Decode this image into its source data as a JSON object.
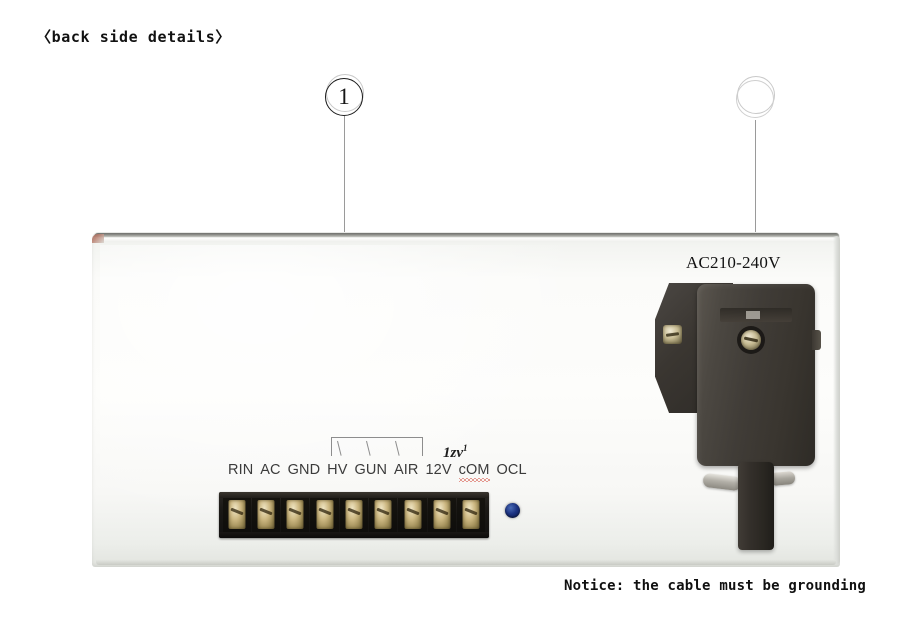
{
  "doc": {
    "title": "〈back side details〉",
    "notice": "Notice: the cable must be grounding"
  },
  "callouts": [
    {
      "id": "callout-1",
      "label": "1",
      "has_number": true
    },
    {
      "id": "callout-2",
      "label": "",
      "has_number": false
    }
  ],
  "panel": {
    "ac_label": "AC210-240V",
    "handwritten_note": "1zv",
    "handwritten_note_sup": "1"
  },
  "terminals": {
    "labels": [
      "RIN",
      "AC",
      "GND",
      "HV",
      "GUN",
      "AIR",
      "12V",
      "cOM",
      "OCL"
    ],
    "misspelled_label": "cOM",
    "count": 9
  },
  "colors": {
    "panel_body": "#fdfdfb",
    "panel_edge": "#8e8f8a",
    "terminal_block": "#1a1815",
    "terminal_screw": "#cdb882",
    "led": "#1c3382",
    "connector": "#403c37",
    "leader_line": "#9a9a9a",
    "spellcheck_underline": "#d03a2a",
    "text": "#111111"
  }
}
